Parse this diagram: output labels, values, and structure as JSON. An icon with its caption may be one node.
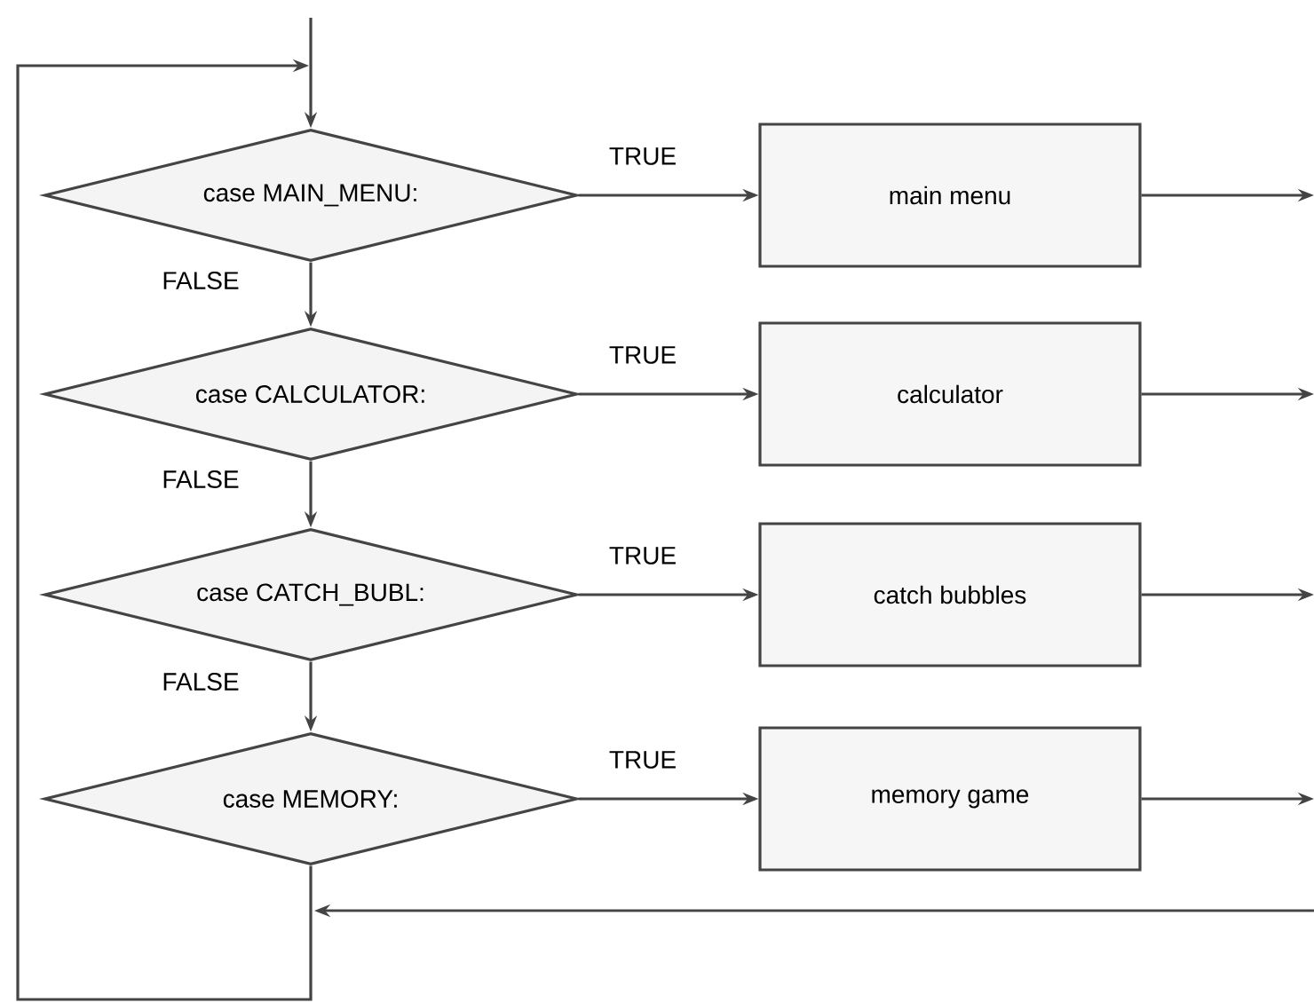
{
  "diagram": {
    "nodes": [
      {
        "text": [
          "case MAIN_MENU:"
        ]
      },
      {
        "text": [
          "case CALCULATOR:"
        ]
      },
      {
        "text": [
          "case CATCH_BUBL:"
        ]
      },
      {
        "text": [
          "case MEMORY:"
        ]
      },
      {
        "text": [
          "main menu"
        ]
      },
      {
        "text": [
          "calculator"
        ]
      },
      {
        "text": [
          "catch bubbles"
        ]
      },
      {
        "text": [
          "memory game"
        ]
      }
    ],
    "edges": [
      {
        "from": 0,
        "to": 4,
        "arrow": "to",
        "label": "TRUE"
      },
      {
        "from": 1,
        "to": 5,
        "arrow": "to",
        "label": "TRUE"
      },
      {
        "from": 2,
        "to": 6,
        "arrow": "to",
        "label": "TRUE"
      },
      {
        "from": 3,
        "to": 7,
        "arrow": "to",
        "label": "TRUE"
      },
      {
        "from": 0,
        "to": 1,
        "arrow": "to",
        "label": "FALSE"
      },
      {
        "from": 1,
        "to": 2,
        "arrow": "to",
        "label": "FALSE"
      },
      {
        "from": 2,
        "to": 3,
        "arrow": "to",
        "label": "FALSE"
      },
      {
        "from": null,
        "to": 0,
        "arrow": "to"
      },
      {
        "from": 4,
        "to": null,
        "arrow": "to"
      },
      {
        "from": 5,
        "to": null,
        "arrow": "to"
      },
      {
        "from": 6,
        "to": null,
        "arrow": "to"
      },
      {
        "from": 7,
        "to": null,
        "arrow": "to"
      },
      {
        "from": 3,
        "to": 0,
        "arrow": "to"
      }
    ]
  }
}
